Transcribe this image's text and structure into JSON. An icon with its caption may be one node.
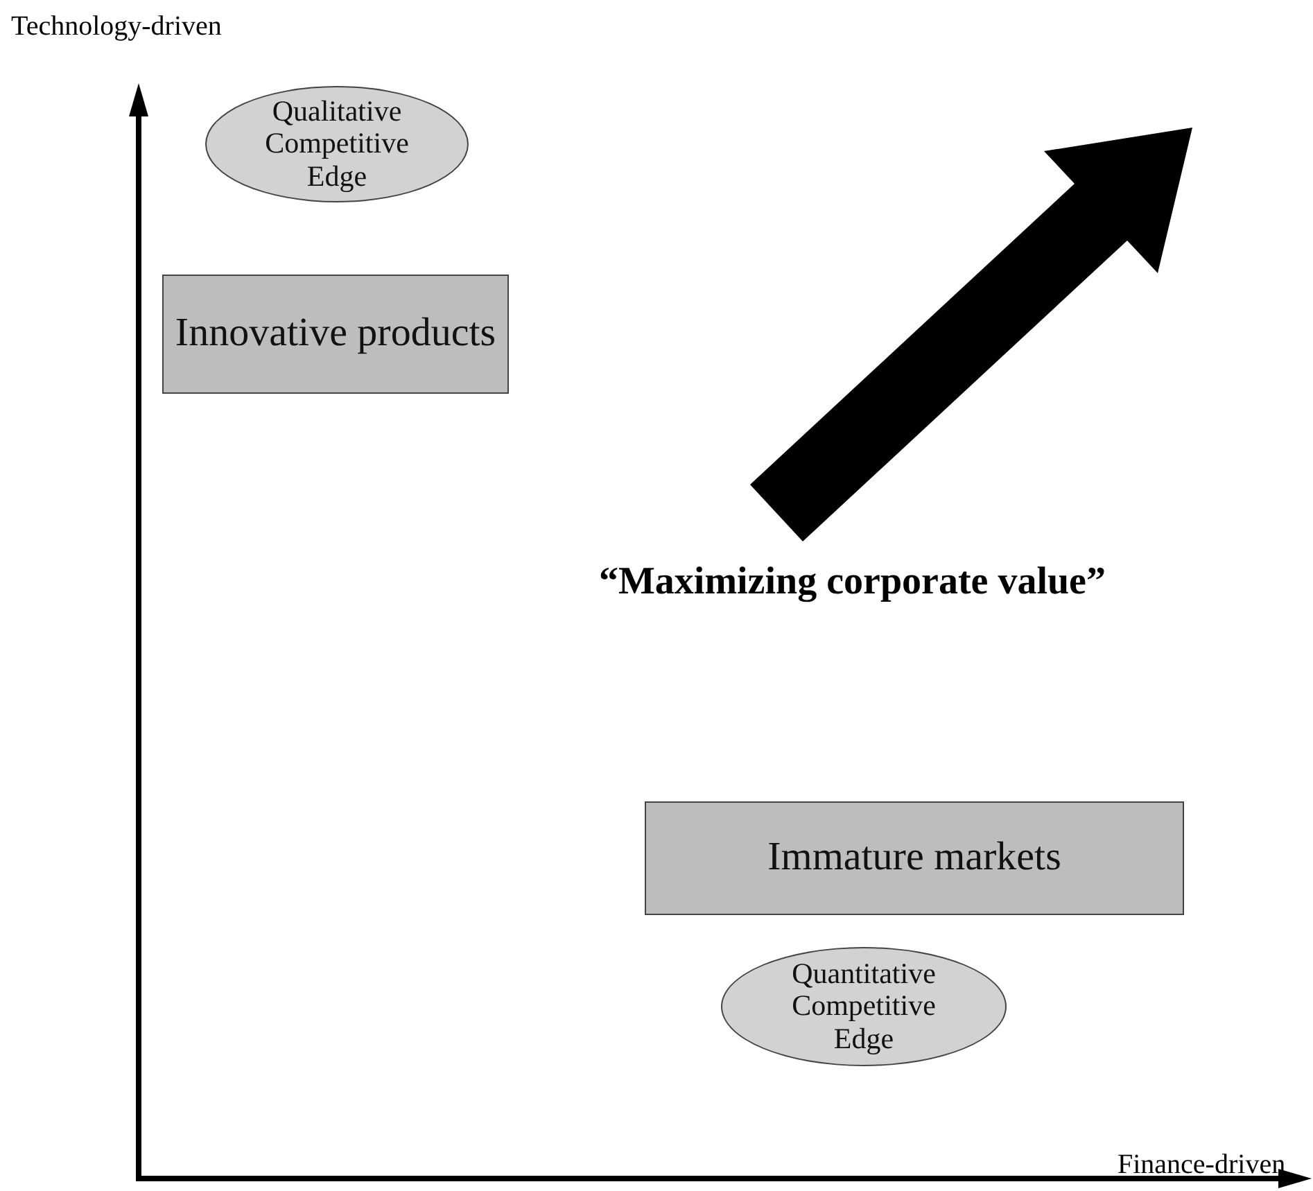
{
  "diagram": {
    "nodes": [
      {
        "text": [
          "Qualitative Competitive Edge"
        ]
      },
      {
        "text": [
          "Innovative products"
        ]
      },
      {
        "text": [
          "Immature markets"
        ]
      },
      {
        "text": [
          "Quantitative Competitive Edge"
        ]
      }
    ],
    "labels": [
      "Technology-driven",
      "“Maximizing corporate value”",
      "Finance-driven"
    ]
  }
}
